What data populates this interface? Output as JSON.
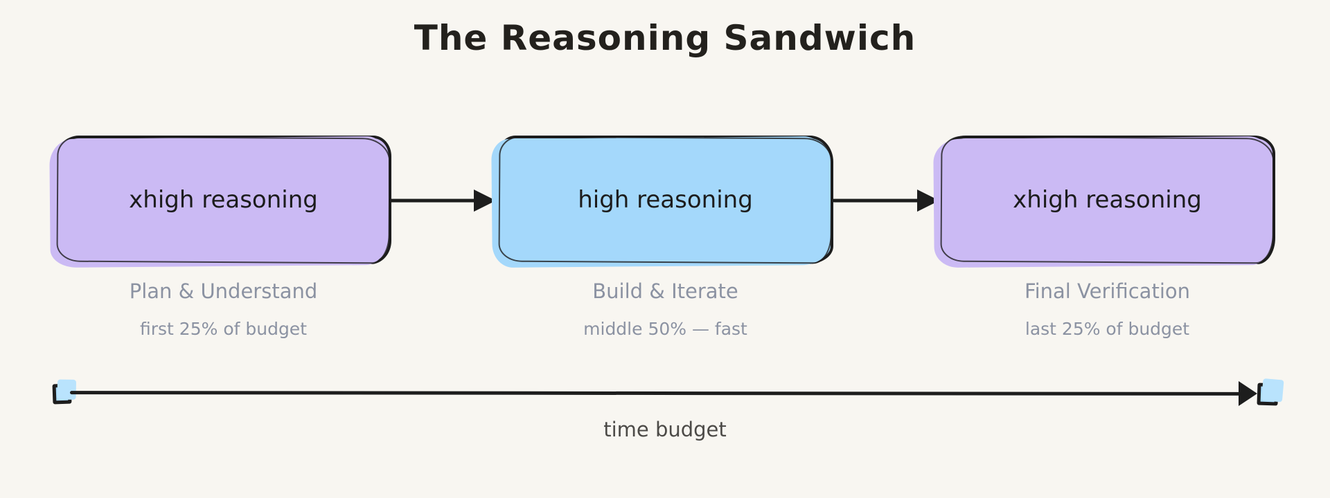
{
  "title": "The Reasoning Sandwich",
  "colors": {
    "background": "#f8f6f1",
    "stroke": "#1d1d1d",
    "purple_fill": "#cbbaf4",
    "blue_fill": "#a4d8fb",
    "stage_label_gray": "#8b92a2",
    "timeline_label_gray": "#4c4a47",
    "timeline_square_fill": "#abdcfc"
  },
  "stages": [
    {
      "name": "xhigh reasoning",
      "fill": "#cbbaf4",
      "title": "Plan & Understand",
      "subtitle": "first 25% of budget"
    },
    {
      "name": "high reasoning",
      "fill": "#a4d8fb",
      "title": "Build & Iterate",
      "subtitle": "middle 50% — fast"
    },
    {
      "name": "xhigh reasoning",
      "fill": "#cbbaf4",
      "title": "Final Verification",
      "subtitle": "last 25% of budget"
    }
  ],
  "icons": {
    "flow_arrow": "arrow-right-icon",
    "timeline_arrow": "arrow-right-icon",
    "timeline_endpoints": "square-handle"
  },
  "timeline": {
    "label": "time budget"
  }
}
